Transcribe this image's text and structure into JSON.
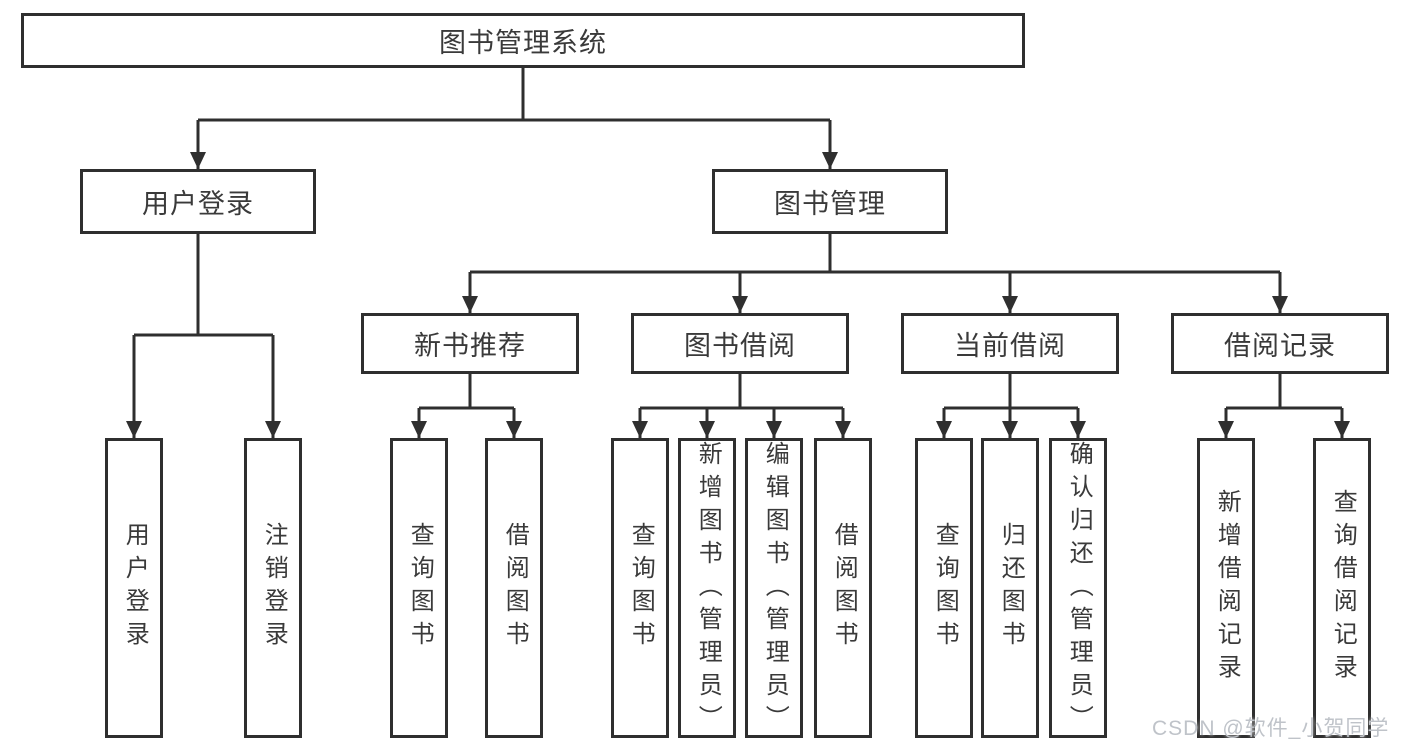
{
  "tree": {
    "root": {
      "label": "图书管理系统"
    },
    "branches": [
      {
        "label": "用户登录",
        "children": [
          {
            "label": "用户登录"
          },
          {
            "label": "注销登录"
          }
        ]
      },
      {
        "label": "图书管理",
        "sections": [
          {
            "label": "新书推荐",
            "children": [
              {
                "label": "查询图书"
              },
              {
                "label": "借阅图书"
              }
            ]
          },
          {
            "label": "图书借阅",
            "children": [
              {
                "label": "查询图书"
              },
              {
                "label": "新增图书（管理员）"
              },
              {
                "label": "编辑图书（管理员）"
              },
              {
                "label": "借阅图书"
              }
            ]
          },
          {
            "label": "当前借阅",
            "children": [
              {
                "label": "查询图书"
              },
              {
                "label": "归还图书"
              },
              {
                "label": "确认归还（管理员）"
              }
            ]
          },
          {
            "label": "借阅记录",
            "children": [
              {
                "label": "新增借阅记录"
              },
              {
                "label": "查询借阅记录"
              }
            ]
          }
        ]
      }
    ]
  },
  "watermark": {
    "text": "CSDN @软件_小贺同学"
  },
  "colors": {
    "line": "#2f2f2f",
    "text": "#3a3a3a",
    "watermark": "#bfc3c9",
    "background": "#ffffff"
  }
}
